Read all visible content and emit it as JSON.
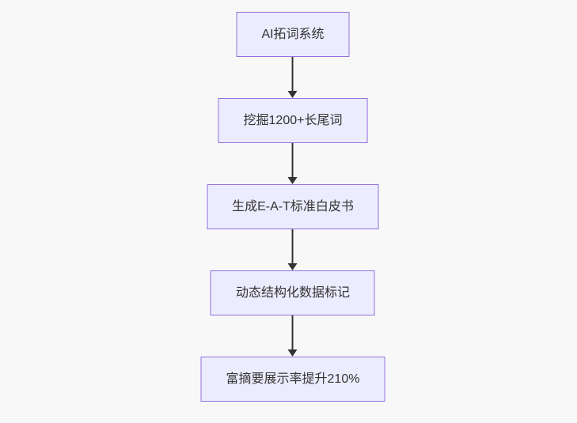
{
  "flowchart": {
    "title": "SEO AI workflow flowchart",
    "colors": {
      "background": "#f8f8f8",
      "node_fill": "#ECECFF",
      "node_border": "#9370DB",
      "arrow_color": "#333333",
      "text_color": "#333333"
    },
    "nodes": [
      {
        "label": "AI拓词系统"
      },
      {
        "label": "挖掘1200+长尾词"
      },
      {
        "label": "生成E-A-T标准白皮书"
      },
      {
        "label": "动态结构化数据标记"
      },
      {
        "label": "富摘要展示率提升210%"
      }
    ]
  }
}
